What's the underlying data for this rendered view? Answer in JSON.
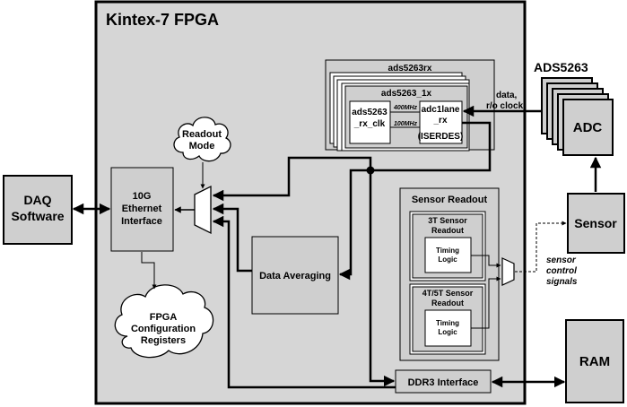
{
  "fpga": {
    "title": "Kintex-7 FPGA"
  },
  "daq": {
    "label_1": "DAQ",
    "label_2": "Software"
  },
  "ethernet": {
    "label_1": "10G",
    "label_2": "Ethernet",
    "label_3": "Interface"
  },
  "readout_mode": {
    "label_1": "Readout",
    "label_2": "Mode"
  },
  "fpga_config": {
    "label_1": "FPGA",
    "label_2": "Configuration",
    "label_3": "Registers"
  },
  "data_averaging": {
    "label": "Data Averaging"
  },
  "ads5263rx": {
    "title": "ads5263rx",
    "inner_title": "ads5263_1x",
    "rx_clk_1": "ads5263",
    "rx_clk_2": "_rx_clk",
    "freq_400": "400MHz",
    "freq_100": "100MHz",
    "adc1lane_1": "adc1lane",
    "adc1lane_2": "_rx",
    "adc1lane_3": "(ISERDES)"
  },
  "sensor_readout": {
    "title": "Sensor Readout",
    "sensor3t_1": "3T Sensor",
    "sensor3t_2": "Readout",
    "sensor4t5t_1": "4T/5T Sensor",
    "sensor4t5t_2": "Readout",
    "timing_1": "Timing",
    "timing_2": "Logic"
  },
  "ddr3": {
    "label": "DDR3 Interface"
  },
  "ads5263": {
    "title": "ADS5263",
    "adc": "ADC"
  },
  "link_labels": {
    "data_1": "data,",
    "data_2": "r/o clock",
    "sensor_ctrl_1": "sensor",
    "sensor_ctrl_2": "control",
    "sensor_ctrl_3": "signals"
  },
  "sensor": {
    "label": "Sensor"
  },
  "ram": {
    "label": "RAM"
  }
}
